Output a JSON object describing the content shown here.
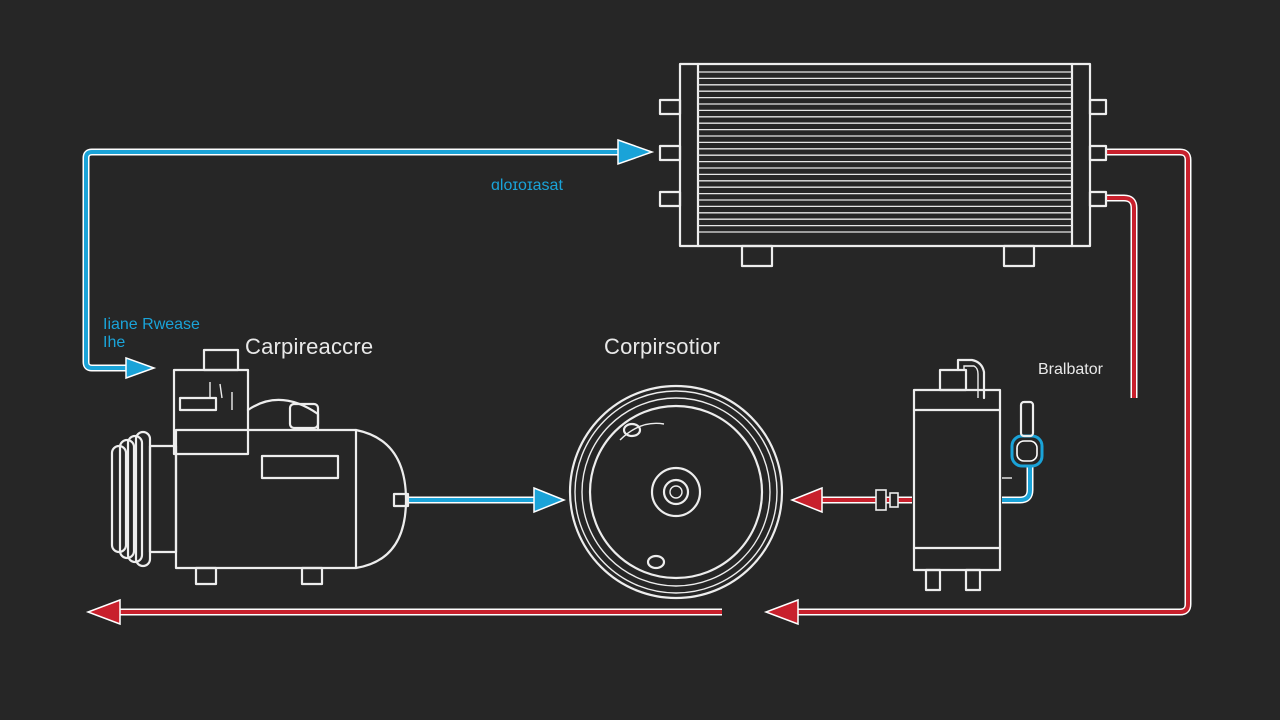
{
  "labels": {
    "top_blue": "ɑloɪoɪasat",
    "left_blue_line1": "Iiane Rwease",
    "left_blue_line2": "Ihe",
    "compressor_label": "Carpireaccre",
    "center_label": "Corpirsotior",
    "right_label": "Bralbator"
  },
  "colors": {
    "background": "#262626",
    "line_white": "#ededed",
    "pipe_blue": "#1aa3d8",
    "pipe_red": "#c8202c",
    "label_blue": "#1aa3d8"
  },
  "icons": {
    "condenser": "condenser-icon",
    "compressor": "compressor-icon",
    "coil": "coil-icon",
    "receiver": "receiver-drier-icon"
  }
}
